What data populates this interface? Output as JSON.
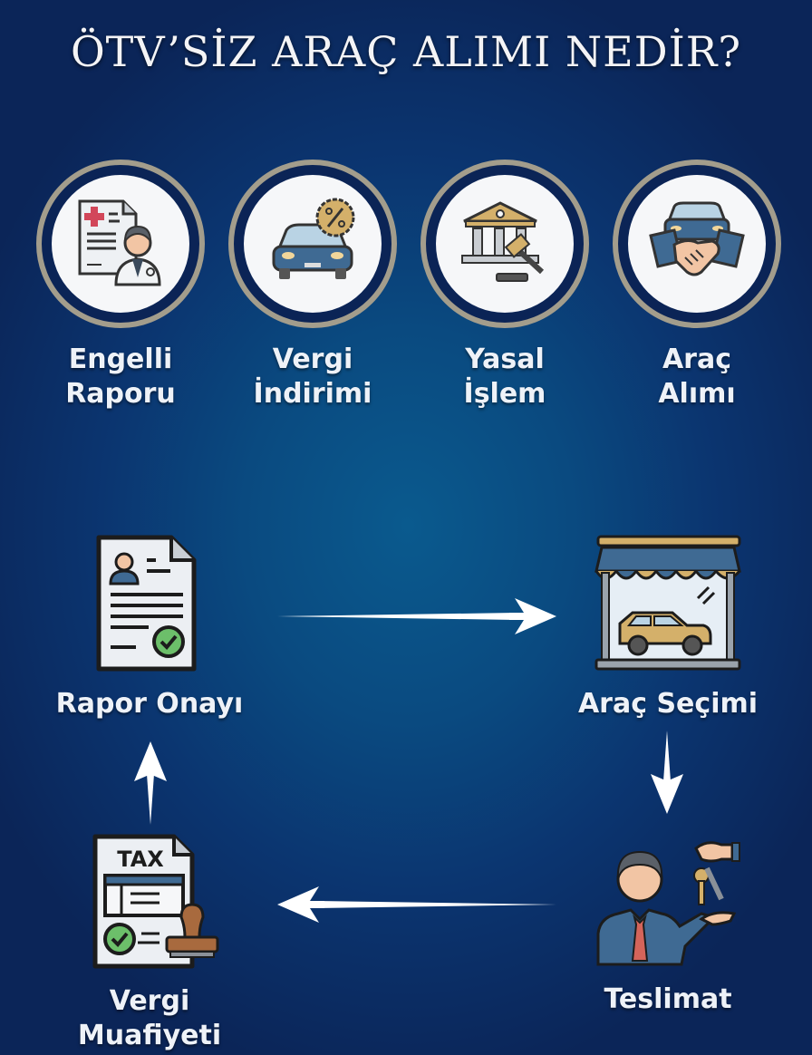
{
  "title": "ÖTV’SİZ ARAÇ ALIMI NEDİR?",
  "top_items": [
    {
      "line1": "Engelli",
      "line2": "Raporu",
      "icon": "medical-report-doctor-icon"
    },
    {
      "line1": "Vergi",
      "line2": "İndirimi",
      "icon": "car-discount-icon"
    },
    {
      "line1": "Yasal",
      "line2": "İşlem",
      "icon": "courthouse-gavel-icon"
    },
    {
      "line1": "Araç",
      "line2": "Alımı",
      "icon": "car-handshake-icon"
    }
  ],
  "flow": {
    "rapor_onayi": {
      "label": "Rapor Onayı",
      "icon": "approved-document-icon"
    },
    "arac_secimi": {
      "label": "Araç Seçimi",
      "icon": "car-showroom-icon"
    },
    "teslimat": {
      "label": "Teslimat",
      "icon": "key-handover-icon"
    },
    "vergi_muafiyeti": {
      "line1": "Vergi",
      "line2": "Muafiyeti",
      "icon": "tax-stamp-icon",
      "tax_text": "TAX"
    }
  },
  "colors": {
    "ring": "#a39d8c",
    "gold": "#d4b06a",
    "blue_icon": "#3f6a93",
    "green_check": "#6cbf6a"
  }
}
